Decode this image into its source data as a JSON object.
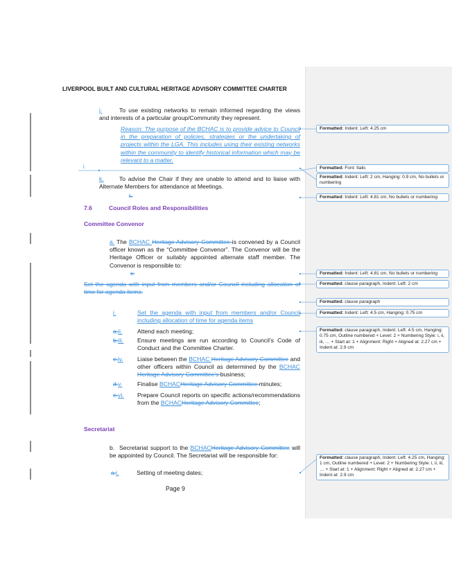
{
  "document": {
    "header": "LIVERPOOL BUILT AND CULTURAL HERITAGE ADVISORY COMMITTEE CHARTER",
    "page_footer": "Page 9",
    "colors": {
      "revision": "#3a8edb",
      "heading": "#7a3fb5",
      "markup_pane": "#f1f1f1",
      "change_bar": "#8a8a8a"
    },
    "items": {
      "j": {
        "num": "j.",
        "text": "To use existing networks to remain informed regarding the views and interests of a particular group/Community they represent."
      },
      "reason": "Reason: The purpose of the BCHAC is to provide advice to Council in the preparation of policies, strategies or the undertaking of projects within the LGA. This includes using their existing networks within the community to identify historical information which may be relevant to a matter.",
      "stray_l": "l.",
      "k": {
        "num": "k.",
        "text": "To advise the Chair if they are unable to attend and to liaise with Alternate Members for attendance at Meetings."
      },
      "k_deleted": "k.",
      "section": {
        "num": "7.6",
        "title": "Council Roles and Responsibilities"
      },
      "convenor_heading": "Committee Convenor",
      "convenor_a": {
        "num": "a.",
        "pre": "The ",
        "ins": "BCHAC ",
        "del": "Heritage Advisory Committee ",
        "post": "is convened by a Council officer known as the “Committee Convenor”. The Convenor will be the Heritage Officer or suitably appointed alternate staff member. The Convenor is responsible to:"
      },
      "a_deleted": "a.",
      "deleted_agenda": "Set the agenda with input from members and/or Council including allocation of time for agenda items.",
      "sub_items": [
        {
          "old": "",
          "new": "i.",
          "parts": [
            {
              "t": "Set the agenda with input from members and/or Council including allocation of time for agenda items",
              "s": "ins"
            }
          ]
        },
        {
          "old": "a.",
          "new": "ii.",
          "parts": [
            {
              "t": "Attend each meeting;",
              "s": ""
            }
          ]
        },
        {
          "old": "b.",
          "new": "iii.",
          "parts": [
            {
              "t": "Ensure meetings are run according to Council’s Code of Conduct and the Committee Charter.",
              "s": ""
            }
          ]
        },
        {
          "old": "c.",
          "new": "iv.",
          "parts": [
            {
              "t": "Liaise between the ",
              "s": ""
            },
            {
              "t": "BCHAC ",
              "s": "ins"
            },
            {
              "t": "Heritage Advisory Committee",
              "s": "del"
            },
            {
              "t": " and other officers within Council as determined by the ",
              "s": ""
            },
            {
              "t": "BCHAC ",
              "s": "ins"
            },
            {
              "t": "Heritage Advisory Committee’s ",
              "s": "del"
            },
            {
              "t": "business;",
              "s": ""
            }
          ]
        },
        {
          "old": "d.",
          "new": "v.",
          "parts": [
            {
              "t": "Finalise ",
              "s": ""
            },
            {
              "t": "BCHAC",
              "s": "ins"
            },
            {
              "t": "Heritage Advisory Committee ",
              "s": "del"
            },
            {
              "t": "minutes;",
              "s": ""
            }
          ]
        },
        {
          "old": "e.",
          "new": "vi.",
          "parts": [
            {
              "t": "Prepare Council reports on specific actions/recommendations from the ",
              "s": ""
            },
            {
              "t": "BCHAC",
              "s": "ins"
            },
            {
              "t": "Heritage Advisory Committee",
              "s": "del"
            },
            {
              "t": ";",
              "s": ""
            }
          ]
        }
      ],
      "secretariat_heading": "Secretariat",
      "secretariat_b": {
        "num": "b.",
        "pre": "Secretariat support to the ",
        "ins": "BCHAC",
        "del": "Heritage Advisory Committee",
        "post": " will be appointed by Council. The Secretariat will be responsible for:"
      },
      "secretariat_i": {
        "old": "a.",
        "new": "i.",
        "text": "Setting of meeting dates;"
      }
    }
  },
  "balloons": [
    {
      "label": "Formatted:",
      "text": "Indent: Left:  4.25 cm"
    },
    {
      "label": "Formatted:",
      "text": "Font: Italic"
    },
    {
      "label": "Formatted:",
      "text": "Indent: Left:  2 cm, Hanging:  0.9 cm,  No bullets or numbering"
    },
    {
      "label": "Formatted:",
      "text": "Indent: Left:  4.81 cm,  No bullets or numbering"
    },
    {
      "label": "Formatted:",
      "text": "Indent: Left:  4.81 cm,  No bullets or numbering"
    },
    {
      "label": "Formatted:",
      "text": "clause paragraph, Indent: Left:  2 cm"
    },
    {
      "label": "Formatted:",
      "text": "clause paragraph"
    },
    {
      "label": "Formatted:",
      "text": "Indent: Left:  4.5 cm, Hanging:  0.75 cm"
    },
    {
      "label": "Formatted:",
      "text": "clause paragraph, Indent: Left:  4.5 cm, Hanging:  0.75 cm, Outline numbered + Level: 2 + Numbering Style: i, ii, iii, … + Start at: 1 + Alignment: Right + Aligned at:  2.27 cm + Indent at:  2.9 cm"
    },
    {
      "label": "Formatted:",
      "text": "clause paragraph, Indent: Left:  4.25 cm, Hanging:  1 cm, Outline numbered + Level: 2 + Numbering Style: i, ii, iii, … + Start at: 1 + Alignment: Right + Aligned at:  2.27 cm + Indent at:  2.9 cm"
    }
  ]
}
